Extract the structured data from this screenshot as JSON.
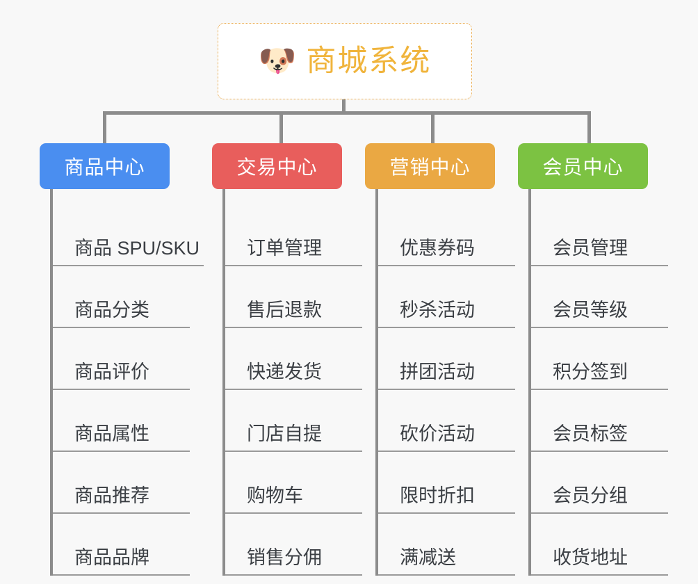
{
  "background_color": "#f8f8f8",
  "root": {
    "icon": "shiba-dog-face-icon",
    "icon_glyph": "🐶",
    "title": "商城系统",
    "text_color": "#f0b43c",
    "border_color": "#e8a33d",
    "background": "#ffffff"
  },
  "connector": {
    "color": "#8c8c8c"
  },
  "columns": [
    {
      "id": "product-center",
      "title": "商品中心",
      "color": "#4a8ef0",
      "items": [
        "商品 SPU/SKU",
        "商品分类",
        "商品评价",
        "商品属性",
        "商品推荐",
        "商品品牌"
      ]
    },
    {
      "id": "trade-center",
      "title": "交易中心",
      "color": "#e85e5c",
      "items": [
        "订单管理",
        "售后退款",
        "快递发货",
        "门店自提",
        "购物车",
        "销售分佣"
      ]
    },
    {
      "id": "marketing-center",
      "title": "营销中心",
      "color": "#eaa843",
      "items": [
        "优惠券码",
        "秒杀活动",
        "拼团活动",
        "砍价活动",
        "限时折扣",
        "满减送"
      ]
    },
    {
      "id": "member-center",
      "title": "会员中心",
      "color": "#7cc242",
      "items": [
        "会员管理",
        "会员等级",
        "积分签到",
        "会员标签",
        "会员分组",
        "收货地址"
      ]
    }
  ]
}
